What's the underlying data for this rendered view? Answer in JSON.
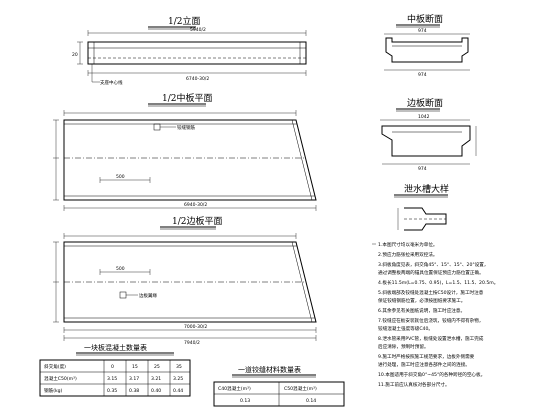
{
  "views": {
    "elevation": {
      "title": "1/2立面",
      "dim_top": "5940/2",
      "dim_bottom": "6740-30/2",
      "dim_left": "20",
      "callout": "支座中心线"
    },
    "mid_plan": {
      "title": "1/2中板平面",
      "dim_mid": "500",
      "dim_bottom": "6940-30/2",
      "callout": "铰缝钢筋"
    },
    "edge_plan": {
      "title": "1/2边板平面",
      "dim_mid": "500",
      "dim_bottom": "7000-30/2",
      "dim_bottom2": "7940/2",
      "callout": "边板翼缘"
    },
    "mid_section": {
      "title": "中板断面",
      "dim_top": "974",
      "dim_bottom": "974"
    },
    "edge_section": {
      "title": "边板断面",
      "dim_top": "1042",
      "dim_bottom": "974"
    },
    "drain": {
      "title": "泄水槽大样"
    }
  },
  "notes": {
    "items": [
      "1.本图尺寸均以毫米为单位。",
      "2.预应力筋张拉采用双控法。",
      "3.斜板角度见表，斜交角45°、15°、15°、20°设置，",
      "  通过调整板两端的锚具位置保证预应力筋位置正确。",
      "4.板长11.5m(L=0.75、0.95)，L=1.5、11.5、20.5m。",
      "5.斜板端部及铰缝处混凝土按C50设计，施工时注意",
      "  保证铰缝钢筋位置，必须按图纸要求施工。",
      "6.其余参见有关图纸说明，施工时应注意。",
      "7.铰缝应在板安装就位后浇筑，铰缝内不得有杂物，",
      "  铰缝混凝土强度等级C40。",
      "8.泄水管采用PVC管，板缝处设置泄水槽，施工完成",
      "  后应清除，预制时预留。",
      "9.施工时严格按照施工规范要求，边板外侧需要",
      "  进行处理，施工时应注意各部件之间的连接。",
      "10.本图适用于斜交角0°~45°的各种跨径的空心板。",
      "11.施工前应认真核对各部分尺寸。"
    ]
  },
  "table1": {
    "title": "一块板混凝土数量表",
    "columns": [
      "",
      "0",
      "15",
      "25",
      "35"
    ],
    "rows": [
      [
        "斜交角(度)",
        "0",
        "15",
        "25",
        "35"
      ],
      [
        "混凝土C50(m³)",
        "3.15",
        "3.17",
        "3.21",
        "3.25"
      ],
      [
        "钢筋(kg)",
        "0.35",
        "0.38",
        "0.40",
        "0.44"
      ]
    ]
  },
  "table2": {
    "title": "一道铰缝材料数量表",
    "columns": [
      "C40混凝土(m³)",
      "C50混凝土(m³)"
    ],
    "rows": [
      [
        "0.13",
        "0.14"
      ]
    ]
  }
}
